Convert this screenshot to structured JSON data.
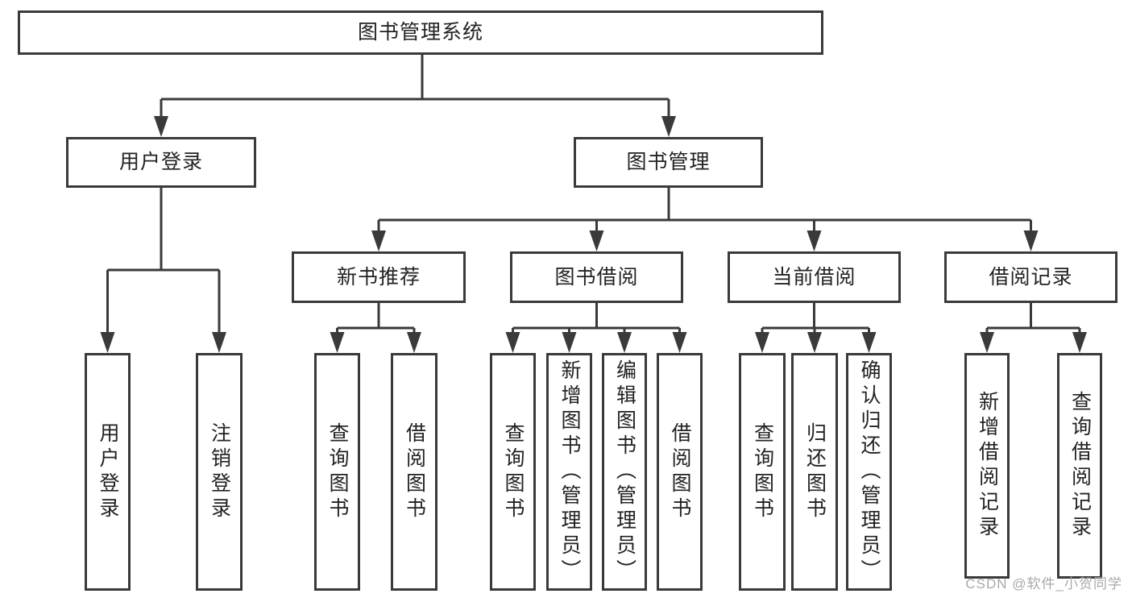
{
  "diagram_title": "图书管理系统",
  "colors": {
    "line": "#3a3a3a",
    "text": "#222222",
    "background": "#ffffff",
    "watermark": "#a9a9a9"
  },
  "watermark": {
    "text": "CSDN @软件_小贺同学"
  },
  "nodes": {
    "root": {
      "label": "图书管理系统"
    },
    "user_login": {
      "label": "用户登录"
    },
    "book_mgmt": {
      "label": "图书管理"
    },
    "new_book_rec": {
      "label": "新书推荐"
    },
    "book_borrow": {
      "label": "图书借阅"
    },
    "current_borrow": {
      "label": "当前借阅"
    },
    "borrow_records": {
      "label": "借阅记录"
    },
    "ul_user_login": {
      "label": "用户登录"
    },
    "ul_logout": {
      "label": "注销登录"
    },
    "nbr_query_book": {
      "label": "查询图书"
    },
    "nbr_borrow_book": {
      "label": "借阅图书"
    },
    "bb_query_book": {
      "label": "查询图书"
    },
    "bb_add_book": {
      "label": "新增图书（管理员）"
    },
    "bb_edit_book": {
      "label": "编辑图书（管理员）"
    },
    "bb_borrow_book": {
      "label": "借阅图书"
    },
    "cb_query_book": {
      "label": "查询图书"
    },
    "cb_return_book": {
      "label": "归还图书"
    },
    "cb_confirm_return": {
      "label": "确认归还（管理员）"
    },
    "br_add_record": {
      "label": "新增借阅记录"
    },
    "br_query_record": {
      "label": "查询借阅记录"
    }
  }
}
